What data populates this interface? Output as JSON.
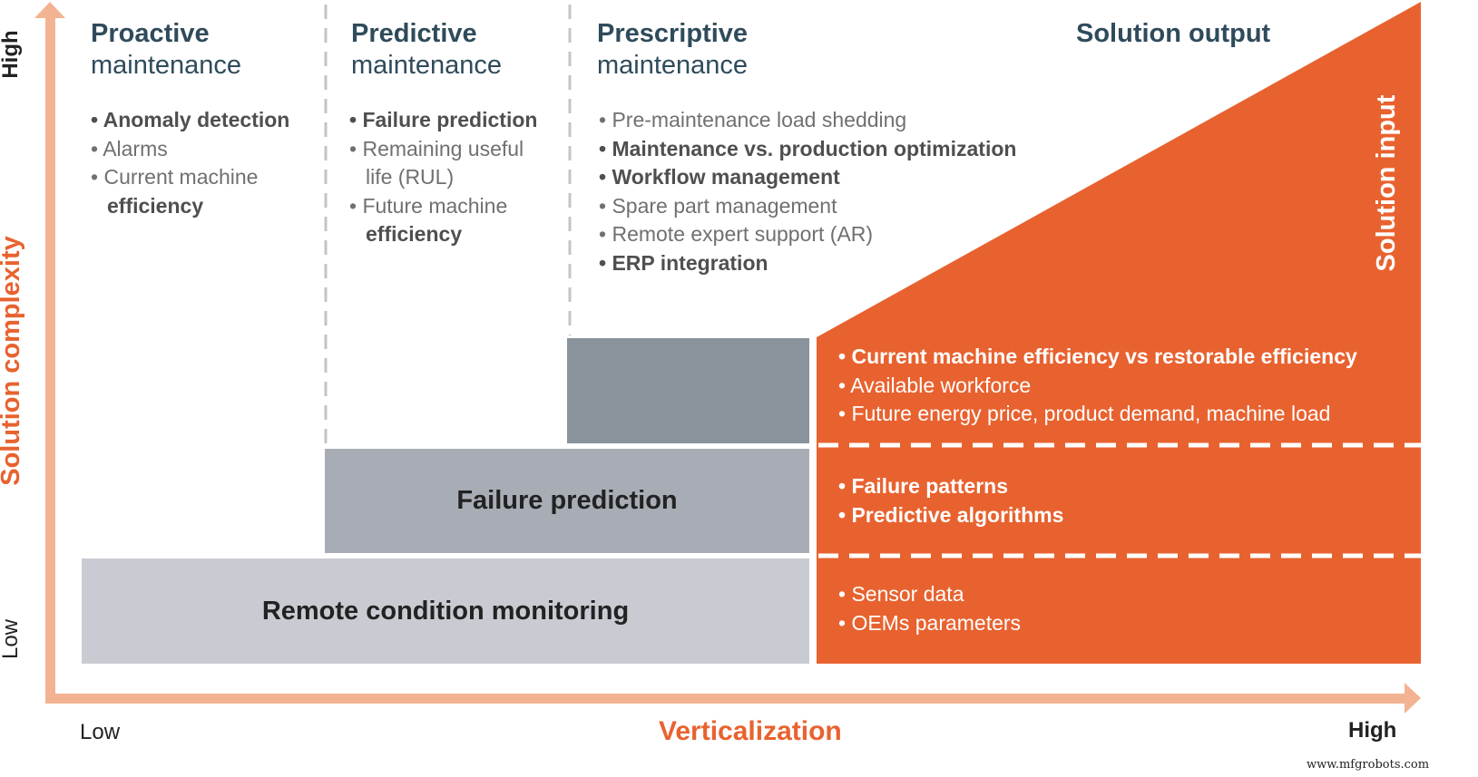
{
  "axes": {
    "y_label": "Solution complexity",
    "y_high": "High",
    "y_low": "Low",
    "x_label": "Verticalization",
    "x_low": "Low",
    "x_high": "High"
  },
  "columns": [
    {
      "title_1": "Proactive",
      "title_2": "maintenance",
      "items": [
        {
          "text": "Anomaly detection",
          "bold": true
        },
        {
          "text": "Alarms"
        },
        {
          "text": "Current machine",
          "cont": "efficiency"
        }
      ]
    },
    {
      "title_1": "Predictive",
      "title_2": "maintenance",
      "items": [
        {
          "text": "Failure prediction",
          "bold": true
        },
        {
          "text": "Remaining useful",
          "cont": "life (RUL)"
        },
        {
          "text": "Future machine",
          "cont": "efficiency"
        }
      ]
    },
    {
      "title_1": "Prescriptive",
      "title_2": "maintenance",
      "items": [
        {
          "text": "Pre-maintenance load shedding"
        },
        {
          "text": "Maintenance vs. production optimization",
          "bold": true
        },
        {
          "text": "Workflow management",
          "bold": true
        },
        {
          "text": "Spare part management"
        },
        {
          "text": "Remote expert support (AR)"
        },
        {
          "text": "ERP integration",
          "bold": true
        }
      ]
    }
  ],
  "solution_output": "Solution output",
  "solution_input": "Solution input",
  "blocks": {
    "failure_prediction": "Failure prediction",
    "remote_monitoring": "Remote condition monitoring"
  },
  "inputs": [
    [
      "Current machine efficiency vs restorable efficiency",
      "Available workforce",
      "Future energy price, product demand, machine load"
    ],
    [
      "Failure patterns",
      "Predictive algorithms"
    ],
    [
      "Sensor data",
      "OEMs parameters"
    ]
  ],
  "watermark": "www.mfgrobots.com",
  "colors": {
    "accent": "#e8622f",
    "axis": "#f3b393",
    "title": "#2f4b5b",
    "block_dark": "#8a939c",
    "block_mid": "#a8adb5",
    "block_light": "#c8ccd2"
  }
}
